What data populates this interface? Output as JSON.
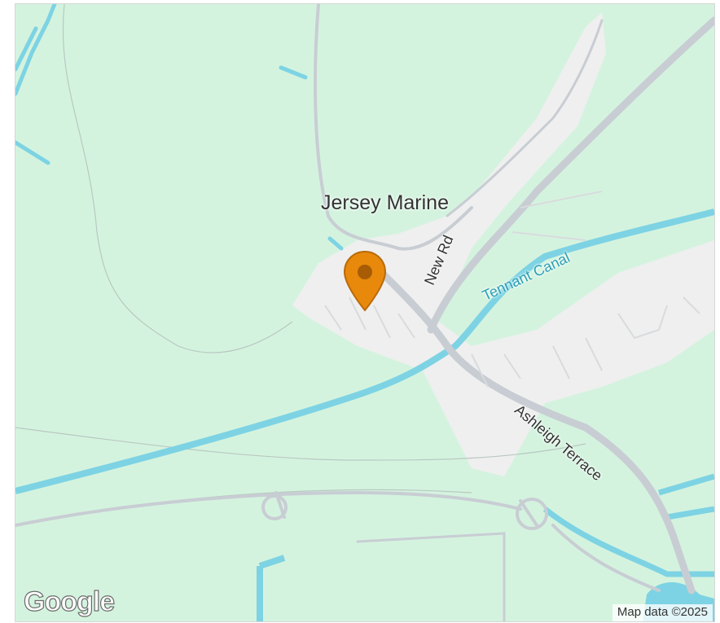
{
  "map": {
    "place_label": "Jersey Marine",
    "road_labels": {
      "new_rd": "New Rd",
      "ashleigh_terrace": "Ashleigh Terrace"
    },
    "water_labels": {
      "tennant_canal": "Tennant Canal"
    },
    "marker": {
      "icon": "map-pin-icon",
      "color": "#e8890c"
    },
    "colors": {
      "land": "#d4f3df",
      "urban": "#eeeeee",
      "water": "#7dd3e3",
      "road": "#c8cdd3",
      "label_text": "#333333",
      "water_label_text": "#2a9fb5"
    }
  },
  "branding": {
    "logo_text": "Google"
  },
  "attribution": {
    "text": "Map data ©2025"
  }
}
